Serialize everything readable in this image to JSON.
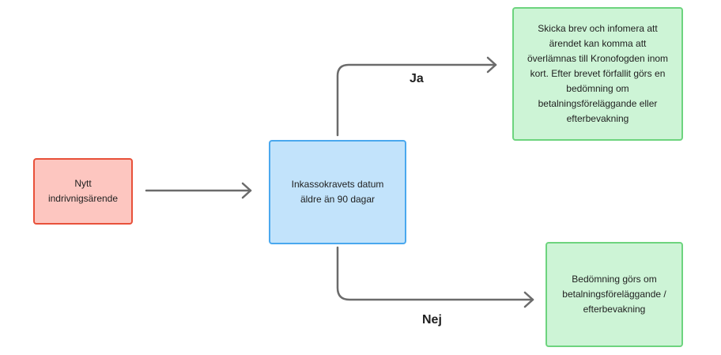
{
  "nodes": {
    "start": "Nytt indrivnigsärende",
    "decision": "Inkassokravets datum äldre än 90 dagar",
    "yes_outcome": "Skicka brev och infomera att ärendet kan komma att överlämnas till Kronofogden inom kort. Efter brevet förfallit görs en bedömning om betalningsföreläggande eller efterbevakning",
    "no_outcome": "Bedömning görs om betalningsföreläggande / efterbevakning"
  },
  "edges": {
    "yes_label": "Ja",
    "no_label": "Nej"
  },
  "colors": {
    "start_fill": "#fdc6c0",
    "start_border": "#e8513a",
    "decision_fill": "#c2e3fb",
    "decision_border": "#4aa8ee",
    "outcome_fill": "#cdf4d6",
    "outcome_border": "#6dd47e",
    "connector": "#6b6b6b"
  }
}
